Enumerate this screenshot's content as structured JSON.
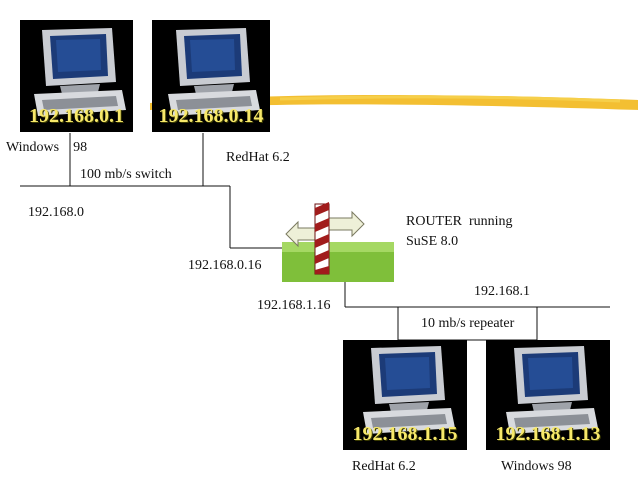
{
  "hosts": [
    {
      "ip": "192.168.0.1",
      "os": "Windows    98"
    },
    {
      "ip": "192.168.0.14",
      "os": "RedHat 6.2"
    },
    {
      "ip": "192.168.1.15",
      "os": "RedHat 6.2"
    },
    {
      "ip": "192.168.1.13",
      "os": "Windows 98"
    }
  ],
  "network_a": {
    "label": "192.168.0",
    "device": "100 mb/s switch"
  },
  "network_b": {
    "label": "192.168.1",
    "device": "10 mb/s repeater"
  },
  "router": {
    "line1": "ROUTER  running",
    "line2": "SuSE 8.0",
    "ip_a": "192.168.0.16",
    "ip_b": "192.168.1.16"
  },
  "colors": {
    "screen_background": "#000000",
    "ip_text": "#f7e86a",
    "highlighter_stroke": "#f2b81c",
    "router_pole": "#a11c1c",
    "router_ground": "#7fbf3a"
  }
}
